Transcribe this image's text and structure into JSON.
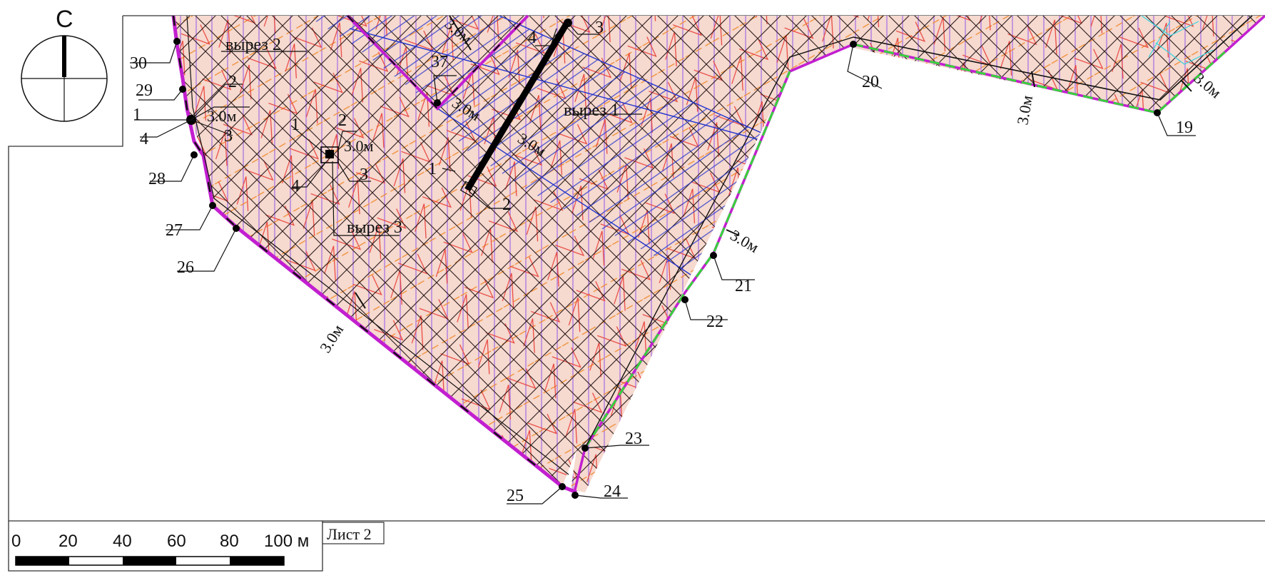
{
  "north": {
    "letter": "С"
  },
  "excerpts": {
    "v1": "вырез 1",
    "v2": "вырез 2",
    "v3": "вырез 3"
  },
  "offset": "3.0м",
  "points": {
    "p19": "19",
    "p20": "20",
    "p21": "21",
    "p22": "22",
    "p23": "23",
    "p24": "24",
    "p25": "25",
    "p26": "26",
    "p27": "27",
    "p28": "28",
    "p29": "29",
    "p30": "30",
    "p37": "37"
  },
  "corners": {
    "c1": "1",
    "c2": "2",
    "c3": "3",
    "c4": "4"
  },
  "scale": {
    "ticks": [
      "0",
      "20",
      "40",
      "60",
      "80",
      "100 м"
    ]
  },
  "sheet": "Лист 2",
  "colors": {
    "fill": "#f6d9cf",
    "hatch_red": "#e8413a",
    "hatch_orange": "#f08a2c",
    "hatch_violet": "#9a62e6",
    "hatch_blue": "#2233cc",
    "boundary_magenta": "#c21fd0",
    "boundary_green": "#36d33a",
    "cyan": "#34d6e0"
  }
}
